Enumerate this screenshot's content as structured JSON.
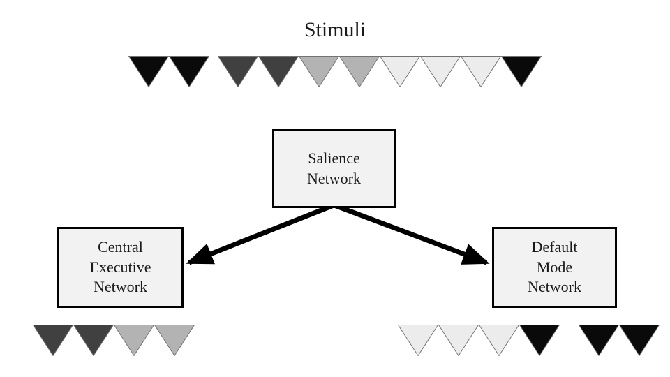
{
  "title": "Stimuli",
  "colors": {
    "black": "#0a0a0a",
    "dark": "#404040",
    "mid": "#b3b3b3",
    "light": "#ececec",
    "box_fill": "#f2f2f2",
    "box_border": "#000000",
    "arrow": "#000000",
    "text": "#1a1a1a",
    "triangle_stroke": "#737373"
  },
  "nodes": {
    "salience": {
      "label": "Salience\nNetwork"
    },
    "central_executive": {
      "label": "Central\nExecutive\nNetwork"
    },
    "default_mode": {
      "label": "Default\nMode\nNetwork"
    }
  },
  "triangle_rows": {
    "stimuli_row": {
      "description": "all stimuli presented to salience network",
      "gap": 12,
      "groups": [
        [
          "black",
          "black"
        ],
        [
          "dark",
          "dark",
          "mid",
          "mid",
          "light",
          "light",
          "light",
          "black"
        ]
      ]
    },
    "cen_row": {
      "description": "stimuli routed to central executive network",
      "gap": 0,
      "groups": [
        [
          "dark",
          "dark",
          "mid",
          "mid"
        ]
      ]
    },
    "dmn_row": {
      "description": "stimuli routed to default mode network",
      "gap": 27,
      "groups": [
        [
          "light",
          "light",
          "light",
          "black"
        ],
        [
          "black",
          "black"
        ]
      ]
    }
  }
}
